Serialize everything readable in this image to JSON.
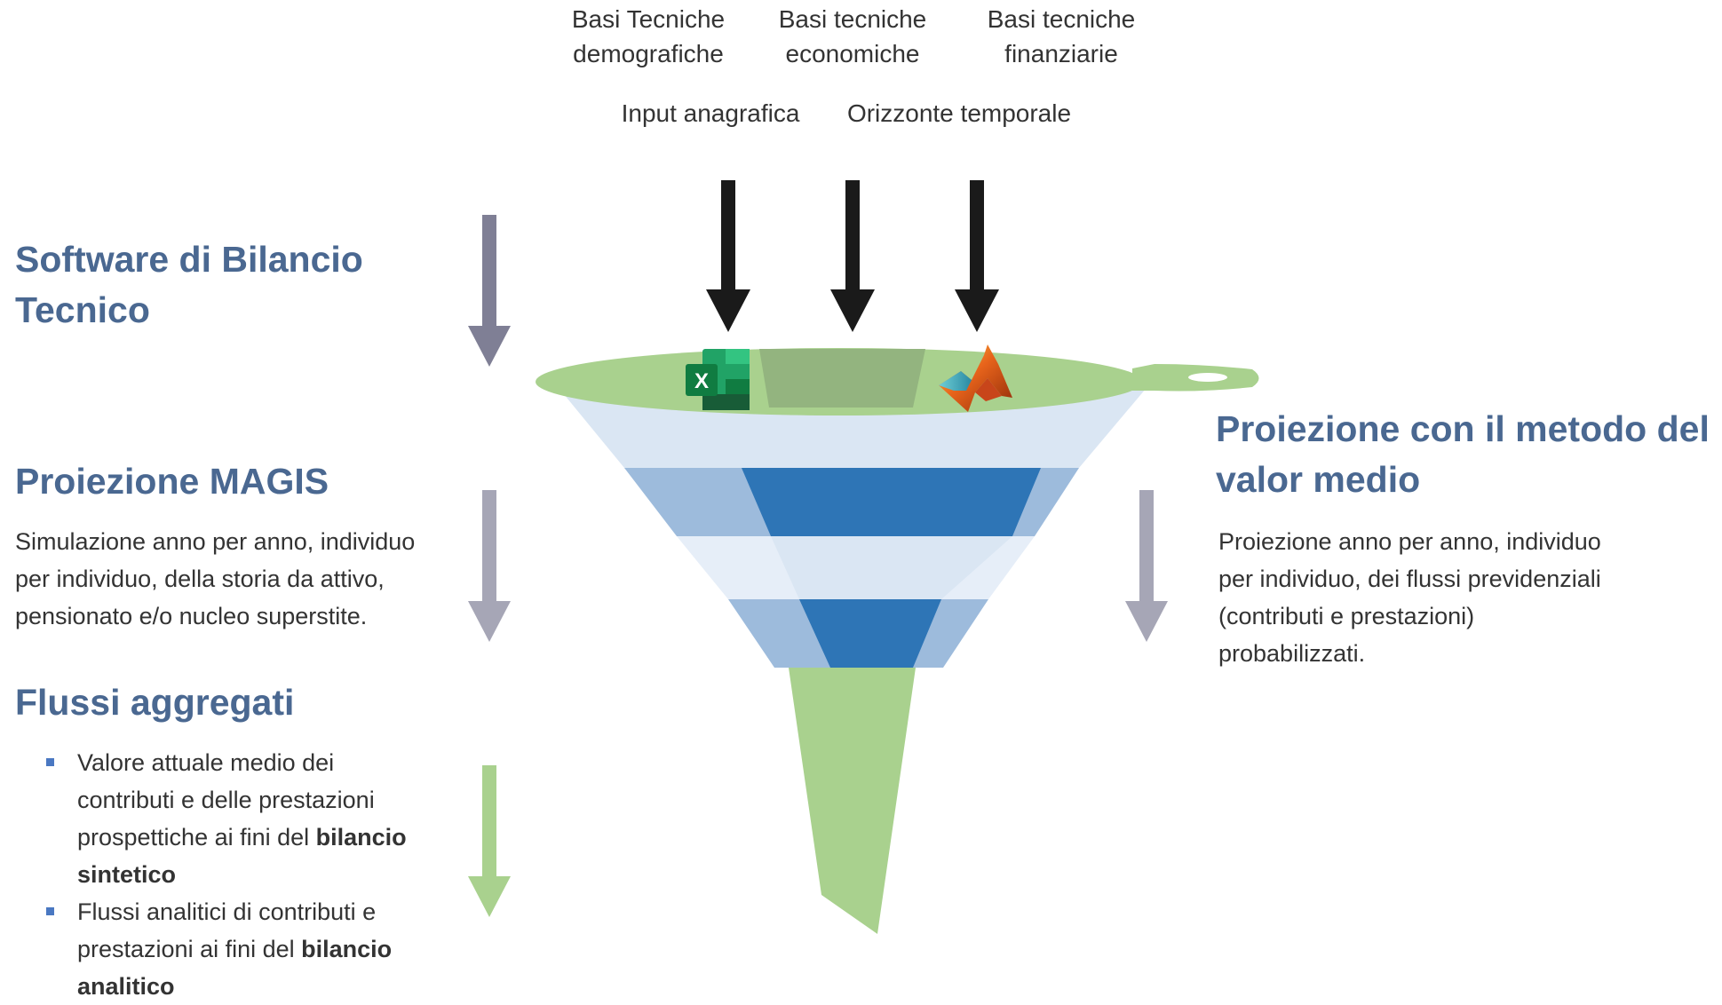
{
  "top_labels": {
    "demografiche": [
      "Basi Tecniche",
      "demografiche"
    ],
    "economiche": [
      "Basi tecniche",
      "economiche"
    ],
    "finanziarie": [
      "Basi tecniche",
      "finanziarie"
    ],
    "input_anagrafica": "Input anagrafica",
    "orizzonte_temporale": "Orizzonte temporale"
  },
  "left": {
    "software_title": [
      "Software di Bilancio",
      "Tecnico"
    ],
    "magis_title": "Proiezione MAGIS",
    "magis_desc": [
      "Simulazione anno per anno, individuo",
      "per individuo, della storia da attivo,",
      "pensionato e/o nucleo superstite."
    ],
    "flussi_title": "Flussi aggregati",
    "bullet1": {
      "lines": [
        "Valore attuale medio dei",
        "contributi e delle prestazioni"
      ],
      "prefix": "prospettiche ai fini del ",
      "bold_end": "bilancio",
      "bold_line": "sintetico"
    },
    "bullet2": {
      "line1": "Flussi analitici di contributi e",
      "prefix": "prestazioni ai fini del ",
      "bold_end": "bilancio",
      "bold_line": "analitico"
    }
  },
  "right": {
    "title": [
      "Proiezione con il metodo del",
      "valor medio"
    ],
    "desc": [
      "Proiezione anno per anno, individuo",
      "per individuo, dei flussi previdenziali",
      "(contributi e prestazioni)",
      "probabilizzati."
    ]
  },
  "icons": {
    "excel_letter": "X",
    "excel": "excel-icon",
    "matlab": "matlab-icon"
  },
  "colors": {
    "heading": "#4a6891",
    "funnel_green": "#a9d18e",
    "funnel_light_blue": "#dae6f3",
    "funnel_mid_blue": "#9dbbdc",
    "funnel_dark_blue": "#2e75b6",
    "arrow_black": "#1a1a1a",
    "arrow_slate": "#7f7f95",
    "arrow_grey": "#a6a6b6",
    "arrow_green": "#a9d18e"
  }
}
